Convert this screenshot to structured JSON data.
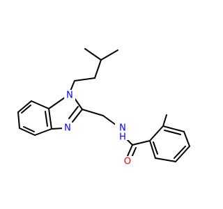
{
  "colors": {
    "background": "#ffffff",
    "bond": "#000000",
    "nitrogen": "#0000ff",
    "oxygen": "#ff0000"
  },
  "atoms": {
    "n1": {
      "label": "N"
    },
    "n2": {
      "label": "N"
    },
    "nh": {
      "label": "N"
    },
    "h": {
      "label": "H"
    },
    "o": {
      "label": "O"
    }
  }
}
